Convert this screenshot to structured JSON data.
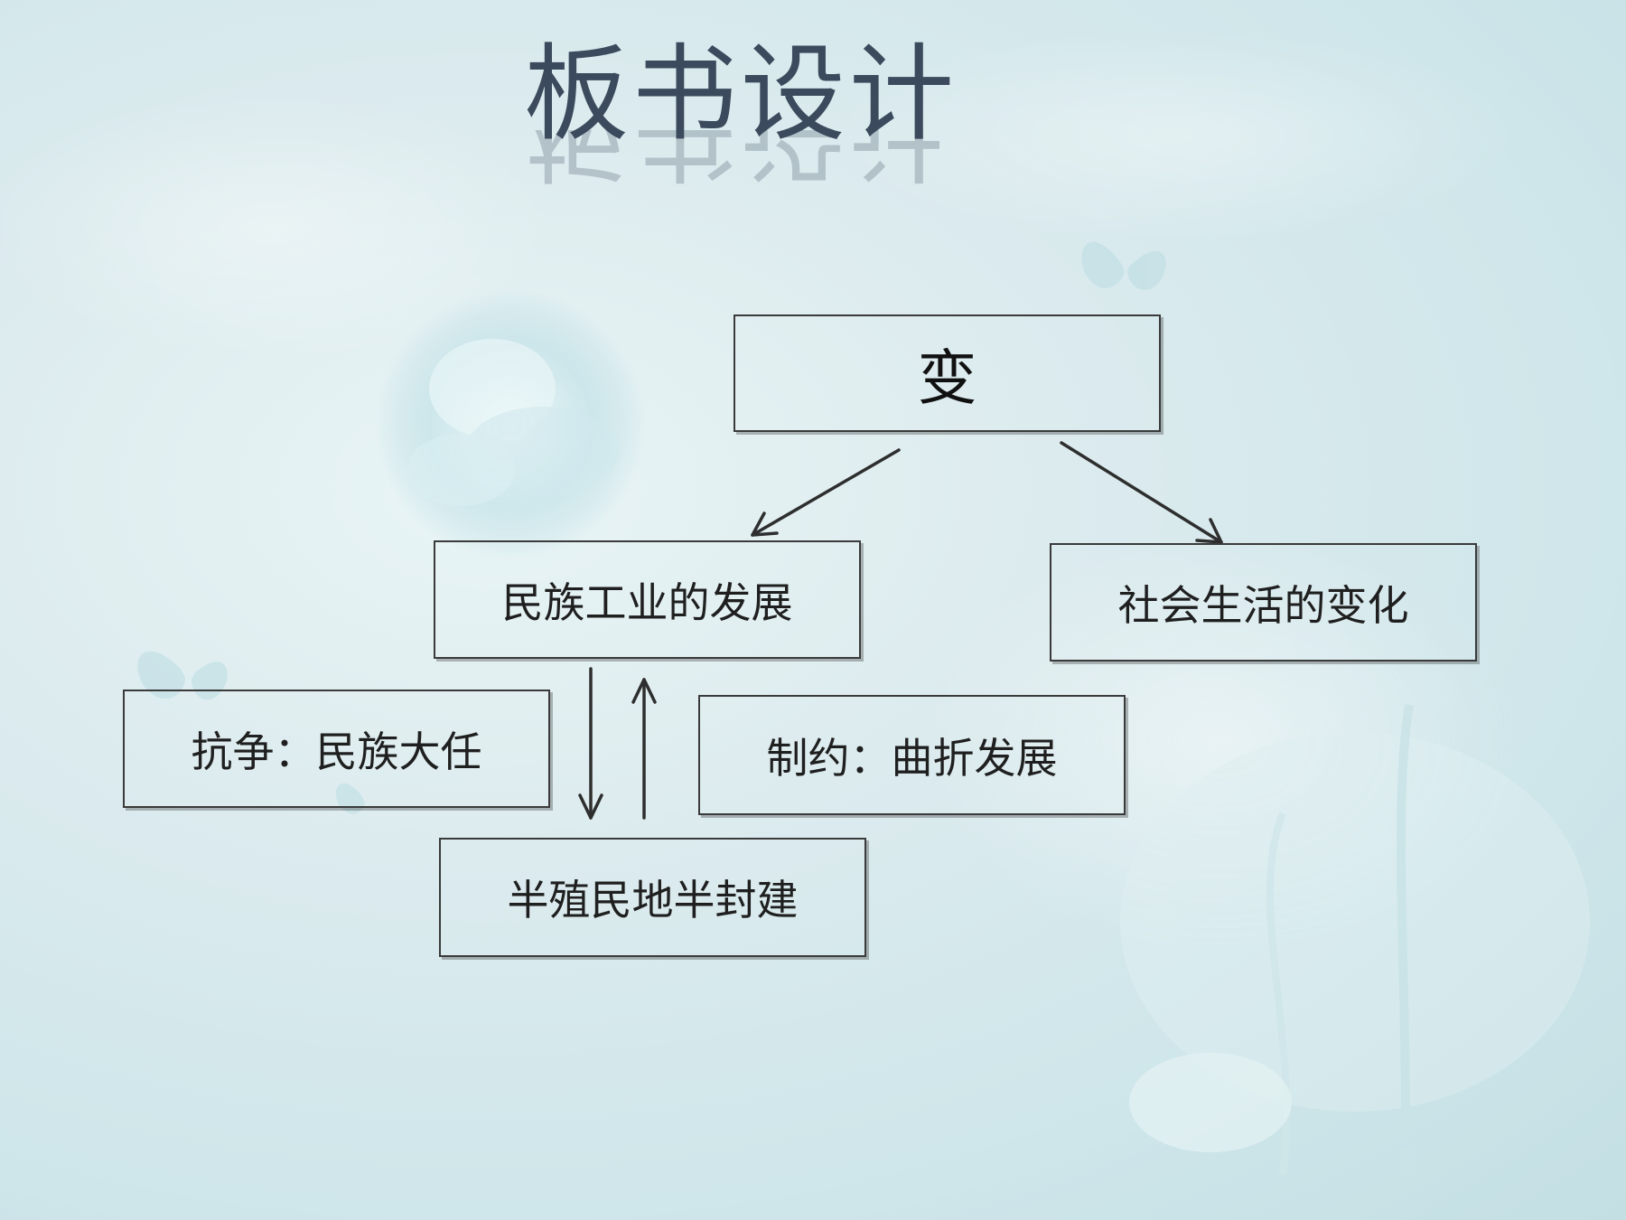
{
  "title": "板书设计",
  "diagram": {
    "top": "变",
    "left": "民族工业的发展",
    "right": "社会生活的变化",
    "resist": "抗争：民族大任",
    "restrict": "制约：曲折发展",
    "bottom": "半殖民地半封建"
  },
  "colors": {
    "background": "#d8ebee",
    "title": "#3b4a5d",
    "border": "#3a3a3a",
    "text": "#1f1f1f"
  }
}
